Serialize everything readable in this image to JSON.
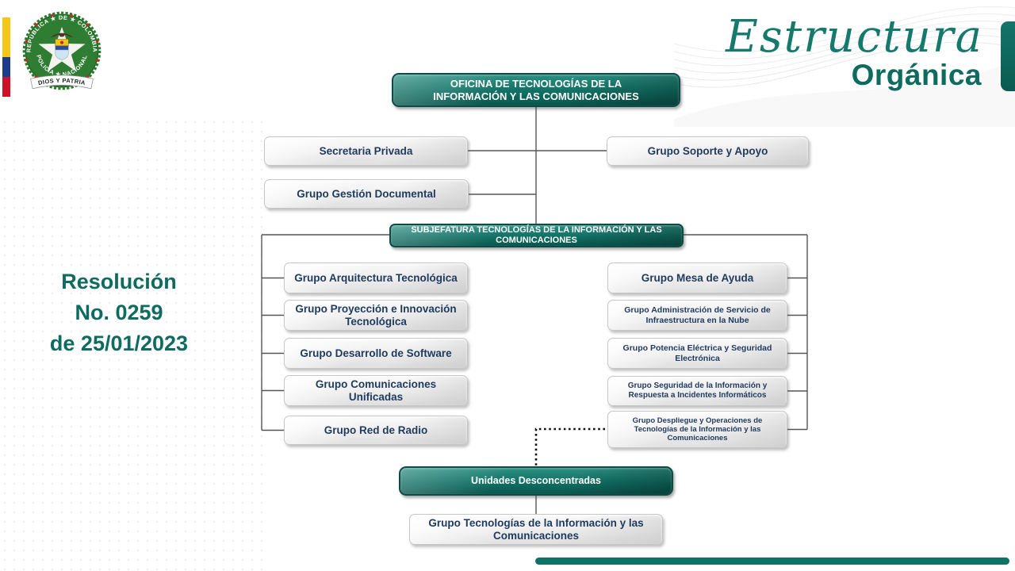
{
  "header": {
    "script_title": "Estructura",
    "bold_title": "Orgánica",
    "logo": {
      "top_text": "REPÚBLICA ★ DE ★ COLOMBIA",
      "bottom_text": "POLICÍA ★ NACIONAL",
      "banner_text": "DIOS Y PATRIA"
    }
  },
  "resolution": {
    "line1": "Resolución",
    "line2": "No. 0259",
    "line3": "de 25/01/2023"
  },
  "org_chart": {
    "root": "OFICINA DE TECNOLOGÍAS DE LA INFORMACIÓN Y LAS COMUNICACIONES",
    "staff": [
      "Secretaria Privada",
      "Grupo Soporte y Apoyo",
      "Grupo Gestión Documental"
    ],
    "subjefatura": "SUBJEFATURA TECNOLOGÍAS DE LA INFORMACIÓN Y LAS COMUNICACIONES",
    "left_groups": [
      "Grupo Arquitectura Tecnológica",
      "Grupo Proyección e Innovación Tecnológica",
      "Grupo Desarrollo de Software",
      "Grupo Comunicaciones Unificadas",
      "Grupo Red de Radio"
    ],
    "right_groups": [
      "Grupo Mesa de Ayuda",
      "Grupo Administración de Servicio de Infraestructura en la Nube",
      "Grupo Potencia Eléctrica y Seguridad Electrónica",
      "Grupo Seguridad de la Información y Respuesta a Incidentes Informáticos",
      "Grupo Despliegue y Operaciones de Tecnologías de la Información y las Comunicaciones"
    ],
    "unidades": "Unidades Desconcentradas",
    "unidades_child": "Grupo Tecnologías de la Información y las Comunicaciones"
  },
  "colors": {
    "teal": "#0E7264",
    "teal_dark": "#0A574E",
    "navy": "#1F3A5F",
    "title_teal": "#15796C"
  }
}
